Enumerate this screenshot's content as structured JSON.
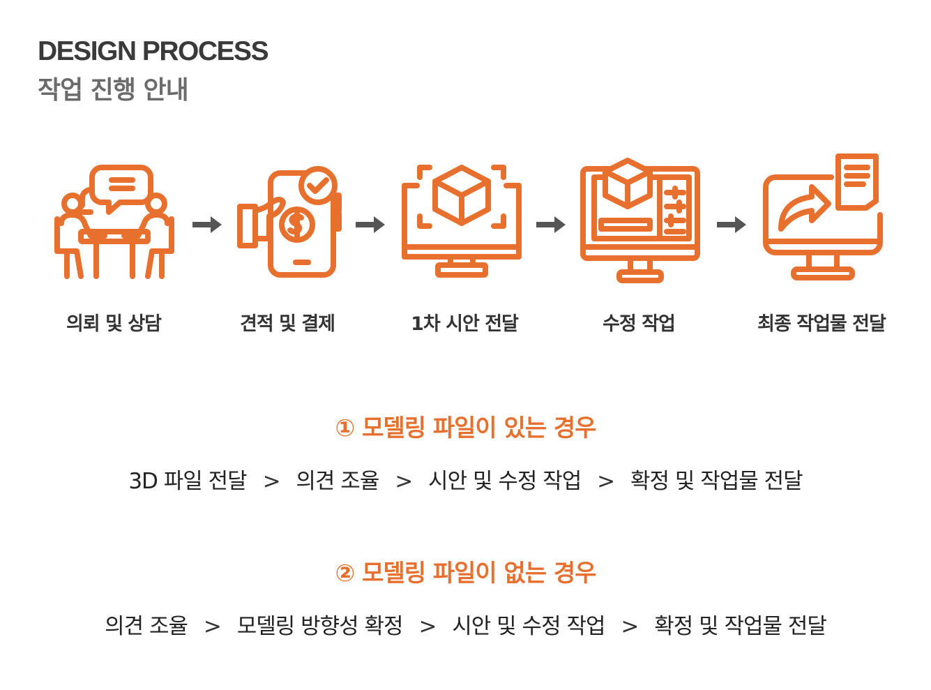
{
  "header": {
    "title": "DESIGN PROCESS",
    "subtitle": "작업 진행 안내"
  },
  "colors": {
    "accent": "#e8702e",
    "arrow": "#555555",
    "text": "#333333"
  },
  "steps": [
    {
      "label": "의뢰 및 상담",
      "icon": "consultation-icon"
    },
    {
      "label": "견적 및 결제",
      "icon": "mobile-payment-icon"
    },
    {
      "label": "1차 시안 전달",
      "icon": "monitor-3d-box-icon"
    },
    {
      "label": "수정 작업",
      "icon": "monitor-editing-icon"
    },
    {
      "label": "최종 작업물 전달",
      "icon": "monitor-document-share-icon"
    }
  ],
  "cases": [
    {
      "title": "① 모델링 파일이 있는 경우",
      "flow": [
        "3D 파일 전달",
        "의견 조율",
        "시안 및 수정 작업",
        "확정 및 작업물 전달"
      ]
    },
    {
      "title": "② 모델링 파일이 없는 경우",
      "flow": [
        "의견 조율",
        "모델링 방향성 확정",
        "시안 및 수정 작업",
        "확정 및 작업물 전달"
      ]
    }
  ],
  "separator": ">"
}
